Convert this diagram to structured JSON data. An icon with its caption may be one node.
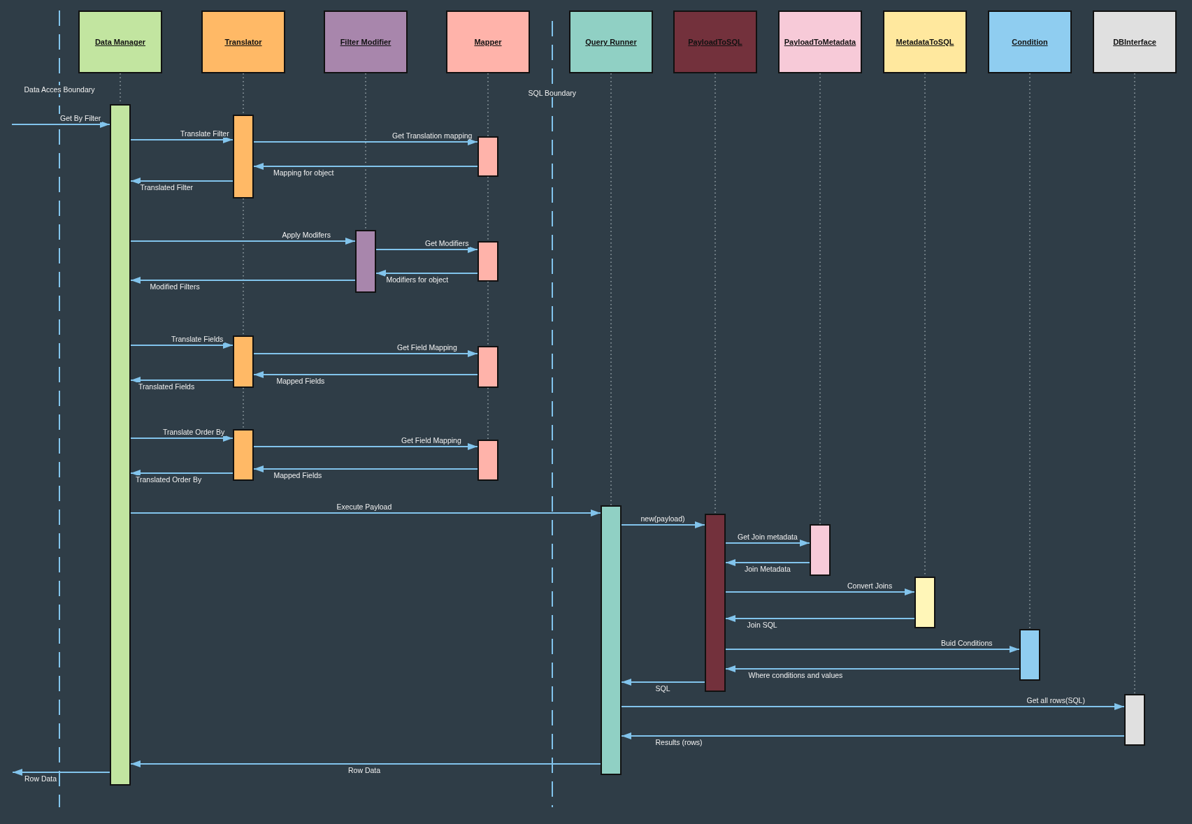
{
  "diagram": {
    "nodes": [
      {
        "text": [
          "Data Manager"
        ]
      },
      {
        "text": [
          "Translator"
        ]
      },
      {
        "text": [
          "Filter Modifier"
        ]
      },
      {
        "text": [
          "Mapper"
        ]
      },
      {
        "text": [
          "Query Runner"
        ]
      },
      {
        "text": [
          "PayloadToSQL"
        ]
      },
      {
        "text": [
          "PayloadToMetadata"
        ]
      },
      {
        "text": [
          "MetadataToSQL"
        ]
      },
      {
        "text": [
          "Condition"
        ]
      },
      {
        "text": [
          "DBInterface"
        ]
      },
      {
        "text": [],
        "shape": "bar"
      },
      {
        "text": [],
        "shape": "bar"
      },
      {
        "text": [],
        "shape": "bar"
      },
      {
        "text": [],
        "shape": "bar"
      },
      {
        "text": [],
        "shape": "bar"
      },
      {
        "text": [],
        "shape": "bar"
      },
      {
        "text": [],
        "shape": "bar"
      },
      {
        "text": [],
        "shape": "bar"
      },
      {
        "text": [],
        "shape": "bar"
      },
      {
        "text": [],
        "shape": "bar"
      },
      {
        "text": [],
        "shape": "bar"
      },
      {
        "text": [],
        "shape": "bar"
      },
      {
        "text": [],
        "shape": "bar"
      },
      {
        "text": [],
        "shape": "bar"
      },
      {
        "text": [],
        "shape": "bar"
      }
    ],
    "edges": [
      {
        "from": null,
        "to": 10,
        "arrow": "to",
        "label": "Get By Filter"
      },
      {
        "from": 10,
        "to": 11,
        "arrow": "to",
        "label": "Translate Filter"
      },
      {
        "from": 11,
        "to": 12,
        "arrow": "to",
        "label": "Get Translation mapping"
      },
      {
        "from": 12,
        "to": 11,
        "arrow": "to",
        "label": "Mapping for object"
      },
      {
        "from": 11,
        "to": 10,
        "arrow": "to",
        "label": "Translated Filter"
      },
      {
        "from": 10,
        "to": 13,
        "arrow": "to",
        "label": "Apply Modifers"
      },
      {
        "from": 13,
        "to": 14,
        "arrow": "to",
        "label": "Get Modifiers"
      },
      {
        "from": 14,
        "to": 13,
        "arrow": "to",
        "label": "Modifiers for object"
      },
      {
        "from": 13,
        "to": 10,
        "arrow": "to",
        "label": "Modified Filters"
      },
      {
        "from": 10,
        "to": 15,
        "arrow": "to",
        "label": "Translate Fields"
      },
      {
        "from": 15,
        "to": 16,
        "arrow": "to",
        "label": "Get Field Mapping"
      },
      {
        "from": 16,
        "to": 15,
        "arrow": "to",
        "label": "Mapped Fields"
      },
      {
        "from": 15,
        "to": 10,
        "arrow": "to",
        "label": "Translated Fields"
      },
      {
        "from": 10,
        "to": 17,
        "arrow": "to",
        "label": "Translate Order By"
      },
      {
        "from": 17,
        "to": 18,
        "arrow": "to",
        "label": "Get Field Mapping"
      },
      {
        "from": 18,
        "to": 17,
        "arrow": "to",
        "label": "Mapped Fields"
      },
      {
        "from": 17,
        "to": 10,
        "arrow": "to",
        "label": "Translated Order By"
      },
      {
        "from": 10,
        "to": 19,
        "arrow": "to",
        "label": "Execute Payload"
      },
      {
        "from": 19,
        "to": 20,
        "arrow": "to",
        "label": "new(payload)"
      },
      {
        "from": 20,
        "to": 21,
        "arrow": "to",
        "label": "Get Join metadata"
      },
      {
        "from": 21,
        "to": 20,
        "arrow": "to",
        "label": "Join Metadata"
      },
      {
        "from": 20,
        "to": 22,
        "arrow": "to",
        "label": "Convert Joins"
      },
      {
        "from": 22,
        "to": 20,
        "arrow": "to",
        "label": "Join SQL"
      },
      {
        "from": 20,
        "to": 23,
        "arrow": "to",
        "label": "Buid Conditions"
      },
      {
        "from": 23,
        "to": 20,
        "arrow": "to",
        "label": "Where conditions and values"
      },
      {
        "from": 20,
        "to": 19,
        "arrow": "to",
        "label": "SQL"
      },
      {
        "from": 19,
        "to": 24,
        "arrow": "to",
        "label": "Get all rows(SQL)"
      },
      {
        "from": 24,
        "to": 19,
        "arrow": "to",
        "label": "Results (rows)"
      },
      {
        "from": 19,
        "to": 10,
        "arrow": "to",
        "label": "Row Data"
      },
      {
        "from": 10,
        "to": null,
        "arrow": "to",
        "label": "Row Data"
      },
      {
        "from": 0,
        "to": 10,
        "arrow": "none",
        "style": "dashed",
        "color": "#aab4bb"
      },
      {
        "from": 1,
        "to": 11,
        "arrow": "none",
        "style": "dashed",
        "color": "#aab4bb"
      },
      {
        "from": 11,
        "to": 15,
        "arrow": "none",
        "style": "dashed",
        "color": "#aab4bb"
      },
      {
        "from": 15,
        "to": 17,
        "arrow": "none",
        "style": "dashed",
        "color": "#aab4bb"
      },
      {
        "from": 2,
        "to": 13,
        "arrow": "none",
        "style": "dashed",
        "color": "#aab4bb"
      },
      {
        "from": 3,
        "to": 12,
        "arrow": "none",
        "style": "dashed",
        "color": "#aab4bb"
      },
      {
        "from": 12,
        "to": 14,
        "arrow": "none",
        "style": "dashed",
        "color": "#aab4bb"
      },
      {
        "from": 14,
        "to": 16,
        "arrow": "none",
        "style": "dashed",
        "color": "#aab4bb"
      },
      {
        "from": 16,
        "to": 18,
        "arrow": "none",
        "style": "dashed",
        "color": "#aab4bb"
      },
      {
        "from": 4,
        "to": 19,
        "arrow": "none",
        "style": "dashed",
        "color": "#aab4bb"
      },
      {
        "from": 5,
        "to": 20,
        "arrow": "none",
        "style": "dashed",
        "color": "#aab4bb"
      },
      {
        "from": 6,
        "to": 21,
        "arrow": "none",
        "style": "dashed",
        "color": "#aab4bb"
      },
      {
        "from": 7,
        "to": 22,
        "arrow": "none",
        "style": "dashed",
        "color": "#aab4bb"
      },
      {
        "from": 8,
        "to": 23,
        "arrow": "none",
        "style": "dashed",
        "color": "#aab4bb"
      },
      {
        "from": 9,
        "to": 24,
        "arrow": "none",
        "style": "dashed",
        "color": "#aab4bb"
      }
    ],
    "labels": [
      "Data Acces Boundary",
      "SQL Boundary"
    ]
  }
}
